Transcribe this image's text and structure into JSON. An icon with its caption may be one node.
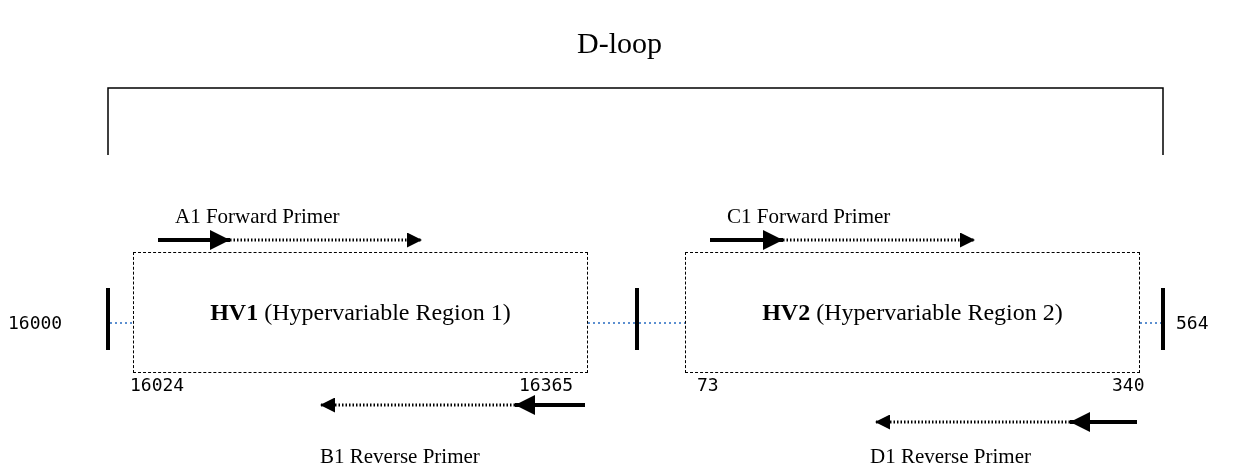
{
  "diagram": {
    "title": "D-loop",
    "nodes": [
      {
        "text": [],
        "shape": "bar",
        "beside": [
          "16000"
        ]
      },
      {
        "text": [
          "**HV1** (Hypervariable Region 1)"
        ],
        "beside": [
          "16024",
          "16365"
        ]
      },
      {
        "text": [],
        "shape": "bar"
      },
      {
        "text": [
          "**HV2** (Hypervariable Region 2)"
        ],
        "beside": [
          "73",
          "340"
        ]
      },
      {
        "text": [],
        "shape": "bar",
        "beside": [
          "564"
        ]
      }
    ],
    "edges": [
      {
        "from": 0,
        "to": 1,
        "arrow": "none",
        "style": "dashed",
        "color": "#5b8fd0"
      },
      {
        "from": 1,
        "to": 2,
        "arrow": "none",
        "style": "dashed",
        "color": "#5b8fd0"
      },
      {
        "from": 2,
        "to": 3,
        "arrow": "none",
        "style": "dashed",
        "color": "#5b8fd0"
      },
      {
        "from": 3,
        "to": 4,
        "arrow": "none",
        "style": "dashed",
        "color": "#5b8fd0"
      }
    ],
    "labels": [
      "A1 Forward Primer",
      "C1 Forward Primer",
      "B1 Reverse Primer",
      "D1 Reverse Primer"
    ]
  }
}
